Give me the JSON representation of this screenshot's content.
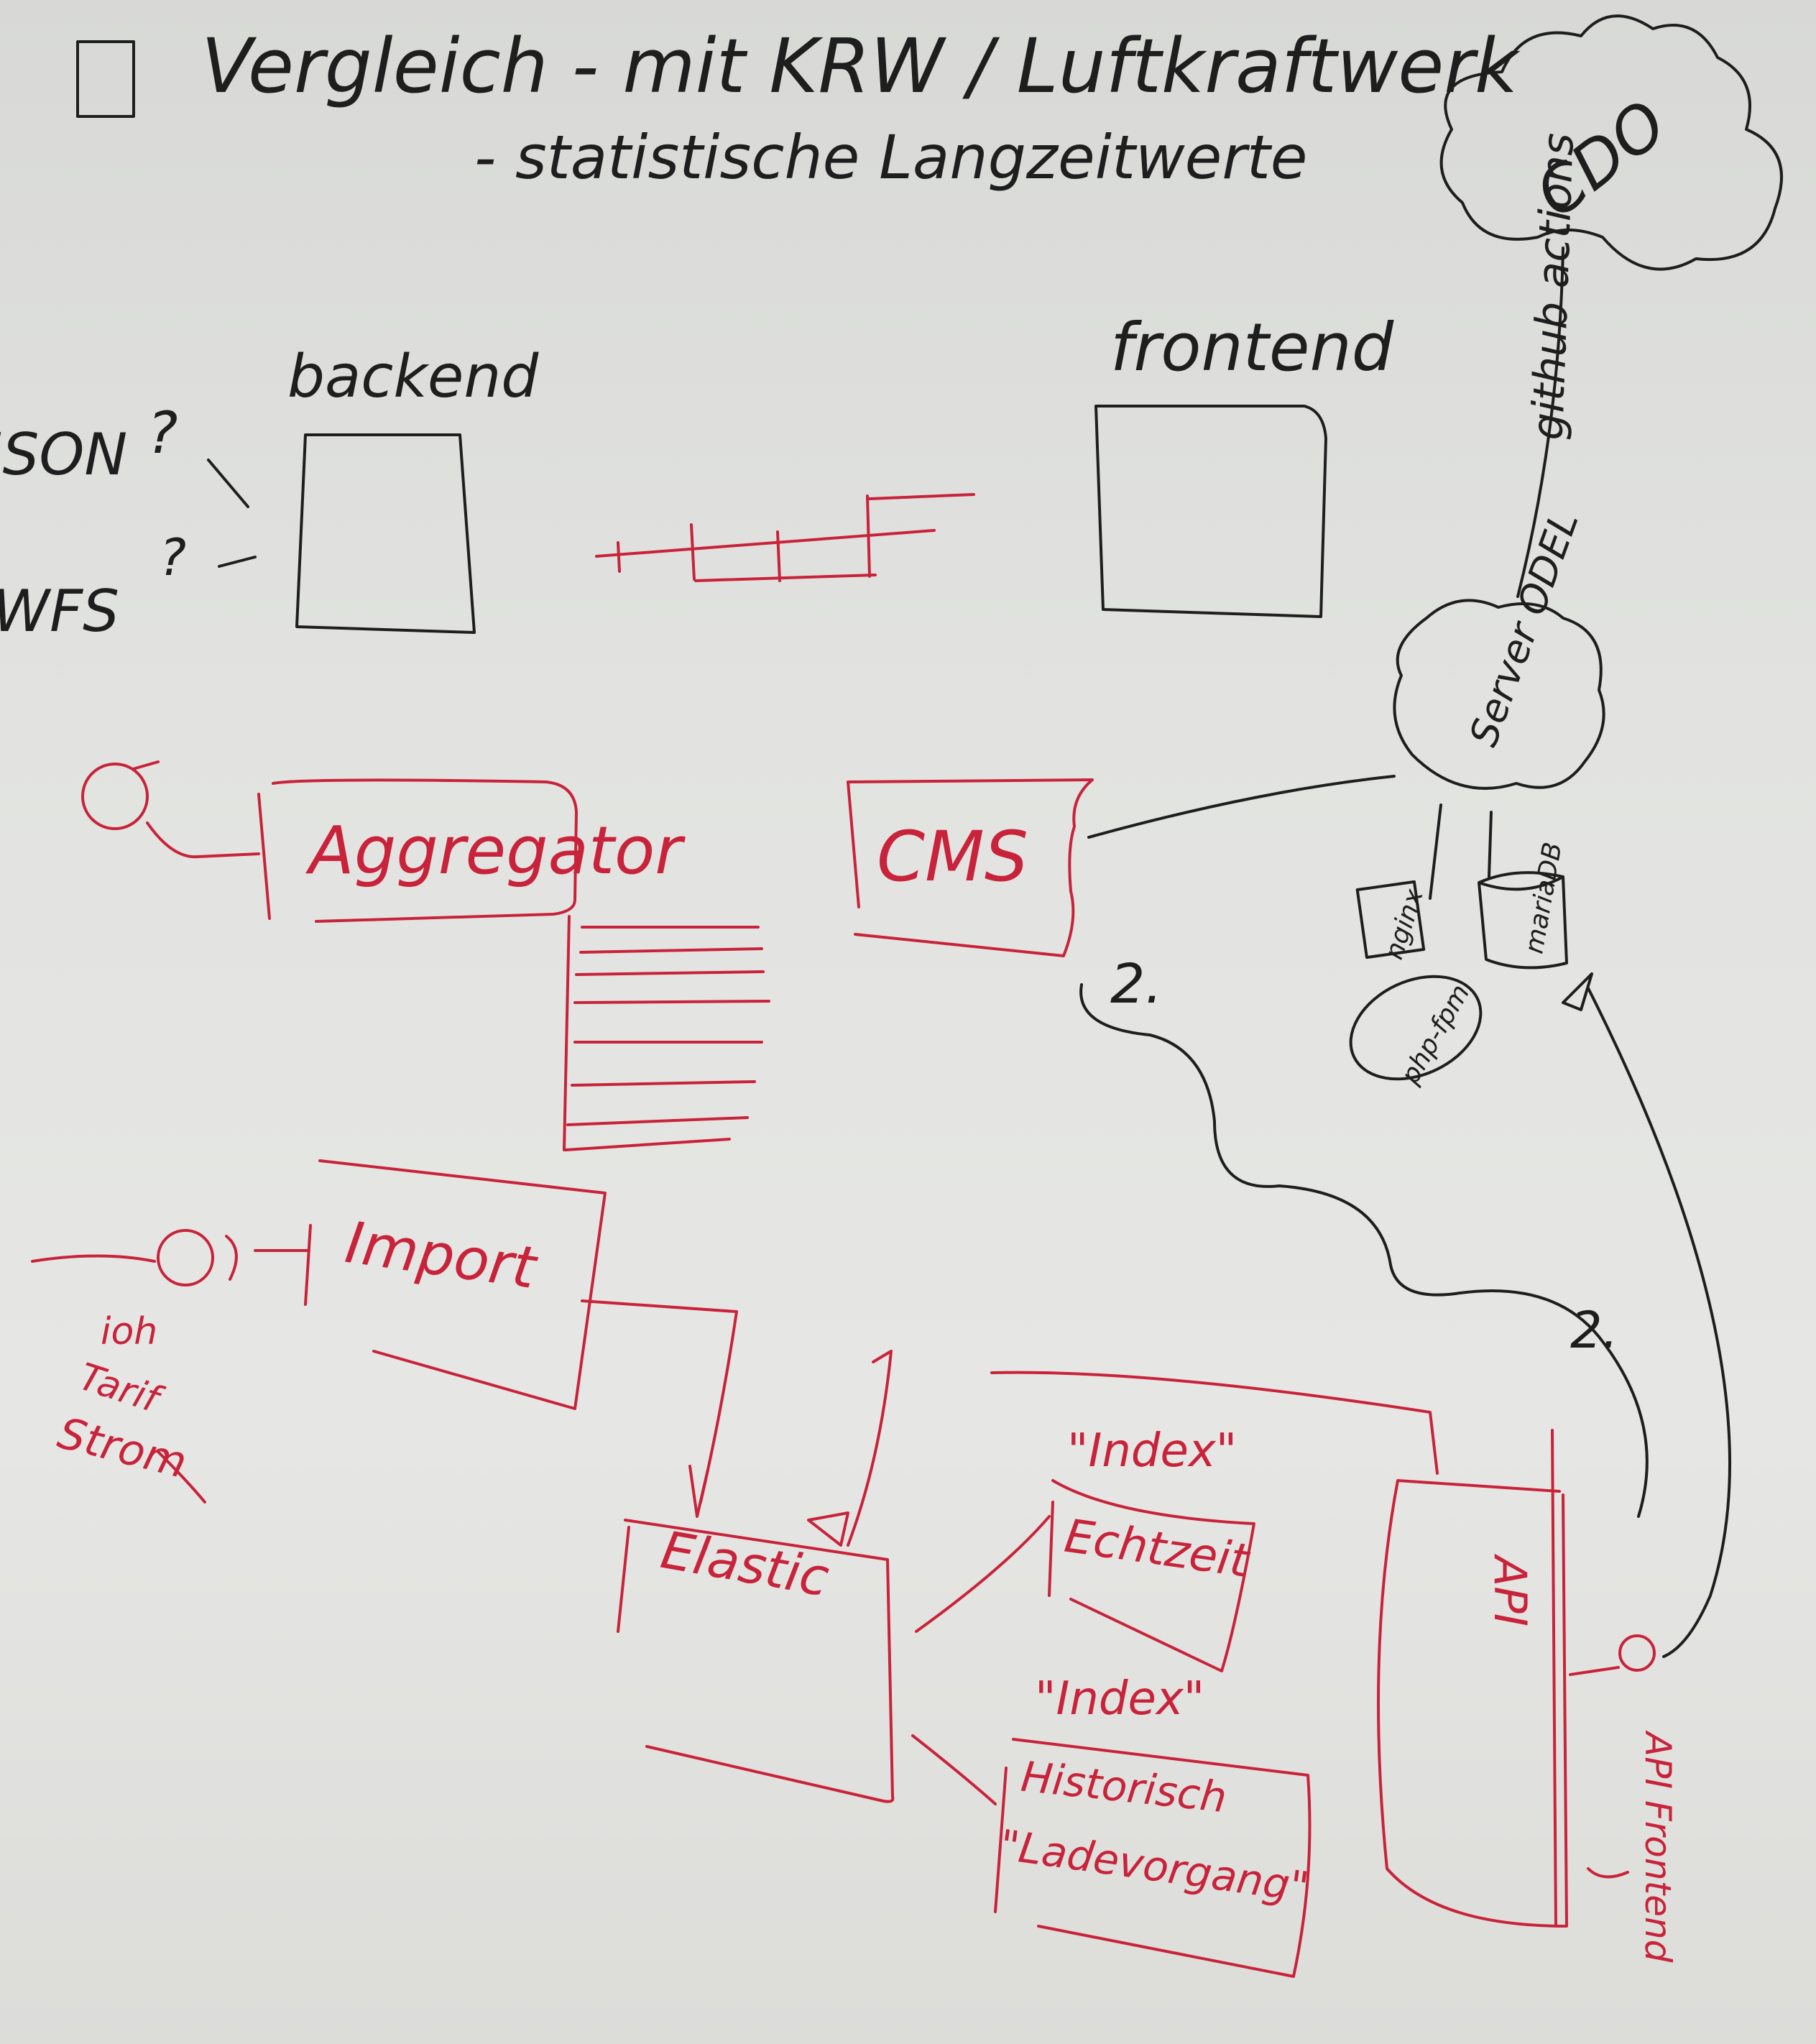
{
  "header": {
    "line1": "Vergleich - mit KRW / Luftkraftwerk",
    "line2": "- statistische Langzeitwerte"
  },
  "left_fragments": {
    "json": "JSON",
    "json_q": "?",
    "wfs": "WFS",
    "wfs_q": "?"
  },
  "nodes": {
    "backend": "backend",
    "frontend": "frontend",
    "cloud_label": "CDO",
    "github_actions": "github actions",
    "server_label": "Server ODEL",
    "aggregator": "Aggregator",
    "cms": "CMS",
    "import": "Import",
    "elastic": "Elastic",
    "index1": "\"Index\"",
    "index1_box": "Echtzeit",
    "index2": "\"Index\"",
    "index2_box_l1": "Historisch",
    "index2_box_l2": "\"Ladevorgang\"",
    "api": "API",
    "api_side": "API Frontend",
    "nginx": "nginx",
    "phpfpm": "php-fpm",
    "mariadb": "mariaDB",
    "q1": "2.",
    "q2": "2.",
    "import_note_l1": "ioh",
    "import_note_l2": "Tarif",
    "import_note_l3": "Strom"
  },
  "colors": {
    "black_ink": "#1e1e1e",
    "red_ink": "#c8233a",
    "board": "#e2e3e0"
  }
}
